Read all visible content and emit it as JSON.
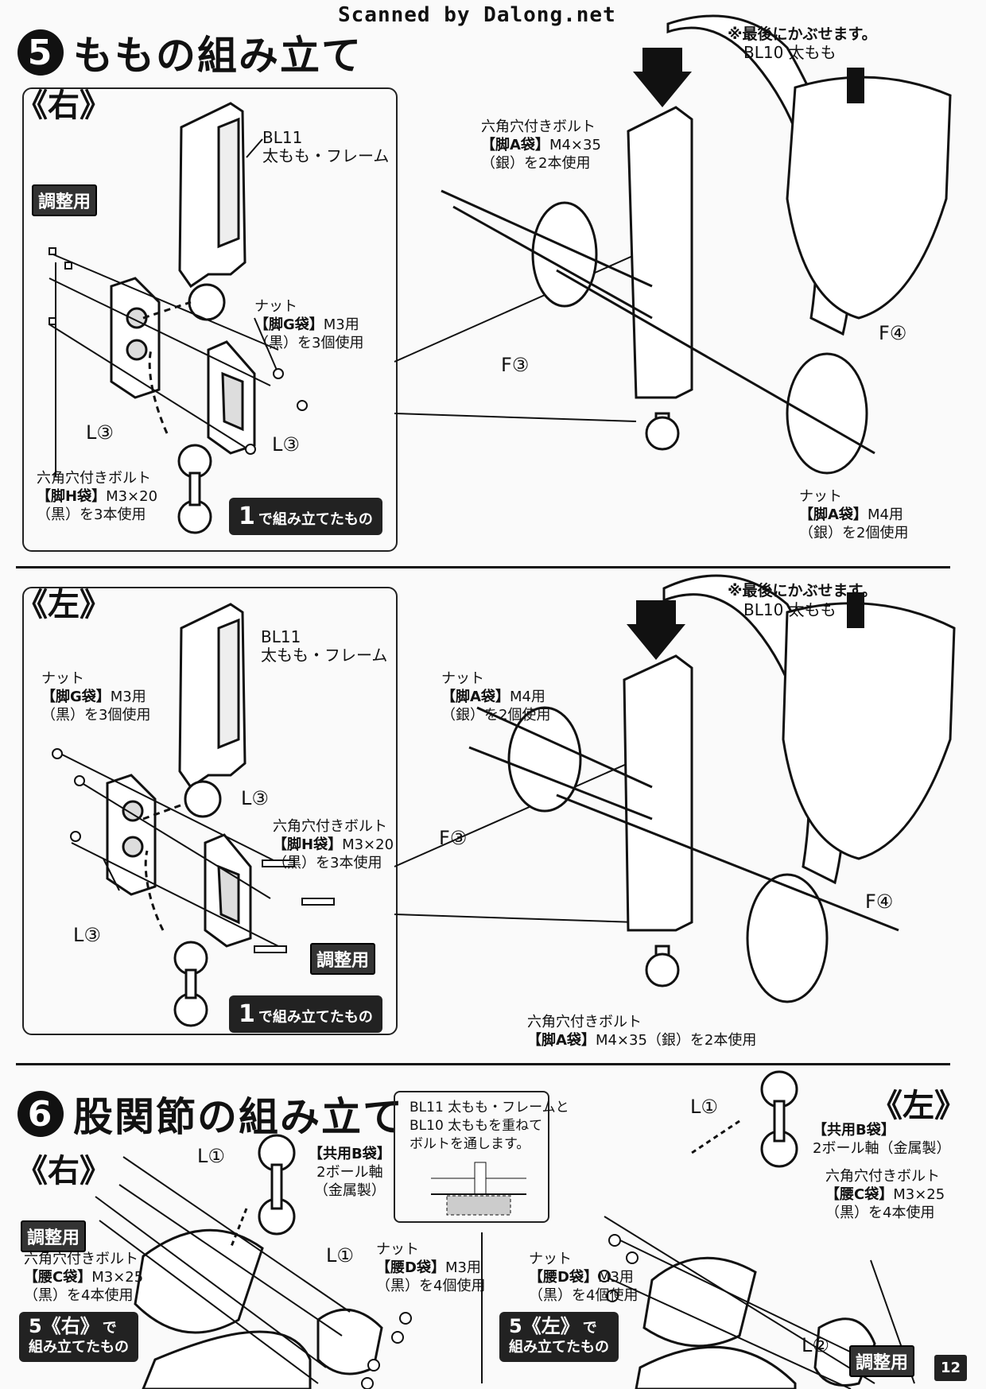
{
  "scan_credit": "Scanned by Dalong.net",
  "step5": {
    "number": "5",
    "title": "ももの組み立て",
    "right": {
      "side_label": "《右》",
      "frame_label": "BL11\n太もも・フレーム",
      "adjust_badge": "調整用",
      "nut_label": {
        "l1": "ナット",
        "bag": "【脚G袋】",
        "spec": "M3用",
        "l3": "（黒）を3個使用"
      },
      "l3_top": "L③",
      "l3_bottom": "L③",
      "bolt_label": {
        "l1": "六角穴付きボルト",
        "bag": "【脚H袋】",
        "spec": "M3×20",
        "l3": "（黒）を3本使用"
      },
      "callout": {
        "num": "1",
        "text": "で組み立てたもの"
      },
      "cover_note": "※最後にかぶせます。",
      "thigh_label": "BL10 太もも",
      "bolt_a": {
        "l1": "六角穴付きボルト",
        "bag": "【脚A袋】",
        "spec": "M4×35",
        "l3": "（銀）を2本使用"
      },
      "f3": "F③",
      "f4": "F④",
      "nut_a": {
        "l1": "ナット",
        "bag": "【脚A袋】",
        "spec": "M4用",
        "l3": "（銀）を2個使用"
      }
    },
    "left": {
      "side_label": "《左》",
      "frame_label": "BL11\n太もも・フレーム",
      "nut_label": {
        "l1": "ナット",
        "bag": "【脚G袋】",
        "spec": "M3用",
        "l3": "（黒）を3個使用"
      },
      "l3_top": "L③",
      "l3_bottom": "L③",
      "bolt_label": {
        "l1": "六角穴付きボルト",
        "bag": "【脚H袋】",
        "spec": "M3×20",
        "l3": "（黒）を3本使用"
      },
      "adjust_badge": "調整用",
      "callout": {
        "num": "1",
        "text": "で組み立てたもの"
      },
      "cover_note": "※最後にかぶせます。",
      "thigh_label": "BL10 太もも",
      "nut_a": {
        "l1": "ナット",
        "bag": "【脚A袋】",
        "spec": "M4用",
        "l3": "（銀）を2個使用"
      },
      "f3": "F③",
      "f4": "F④",
      "bolt_a": {
        "l1": "六角穴付きボルト",
        "bag": "【脚A袋】",
        "spec": "M4×35（銀）を2本使用"
      }
    }
  },
  "step6": {
    "number": "6",
    "title": "股関節の組み立て",
    "info_box": "BL11 太もも・フレームと\nBL10 太ももを重ねて\nボルトを通します。",
    "right": {
      "side_label": "《右》",
      "l1_top": "L①",
      "ball_label": {
        "bag": "【共用B袋】",
        "l2": "2ボール軸",
        "l3": "（金属製）"
      },
      "adjust_badge": "調整用",
      "bolt_label": {
        "l1": "六角穴付きボルト",
        "bag": "【腰C袋】",
        "spec": "M3×25",
        "l3": "（黒）を4本使用"
      },
      "l1_bottom": "L①",
      "nut_label": {
        "l1": "ナット",
        "bag": "【腰D袋】",
        "spec": "M3用",
        "l3": "（黒）を4個使用"
      },
      "callout": {
        "num": "5《右》",
        "text": "で",
        "text2": "組み立てたもの"
      }
    },
    "left": {
      "side_label": "《左》",
      "l1_top": "L①",
      "ball_label": {
        "bag": "【共用B袋】",
        "l2": "2ボール軸（金属製）"
      },
      "bolt_label": {
        "l1": "六角穴付きボルト",
        "bag": "【腰C袋】",
        "spec": "M3×25",
        "l3": "（黒）を4本使用"
      },
      "nut_label": {
        "l1": "ナット",
        "bag": "【腰D袋】",
        "spec": "M3用",
        "l3": "（黒）を4個使用"
      },
      "l2": "L②",
      "adjust_badge": "調整用",
      "callout": {
        "num": "5《左》",
        "text": "で",
        "text2": "組み立てたもの"
      }
    }
  },
  "page_number": "12"
}
